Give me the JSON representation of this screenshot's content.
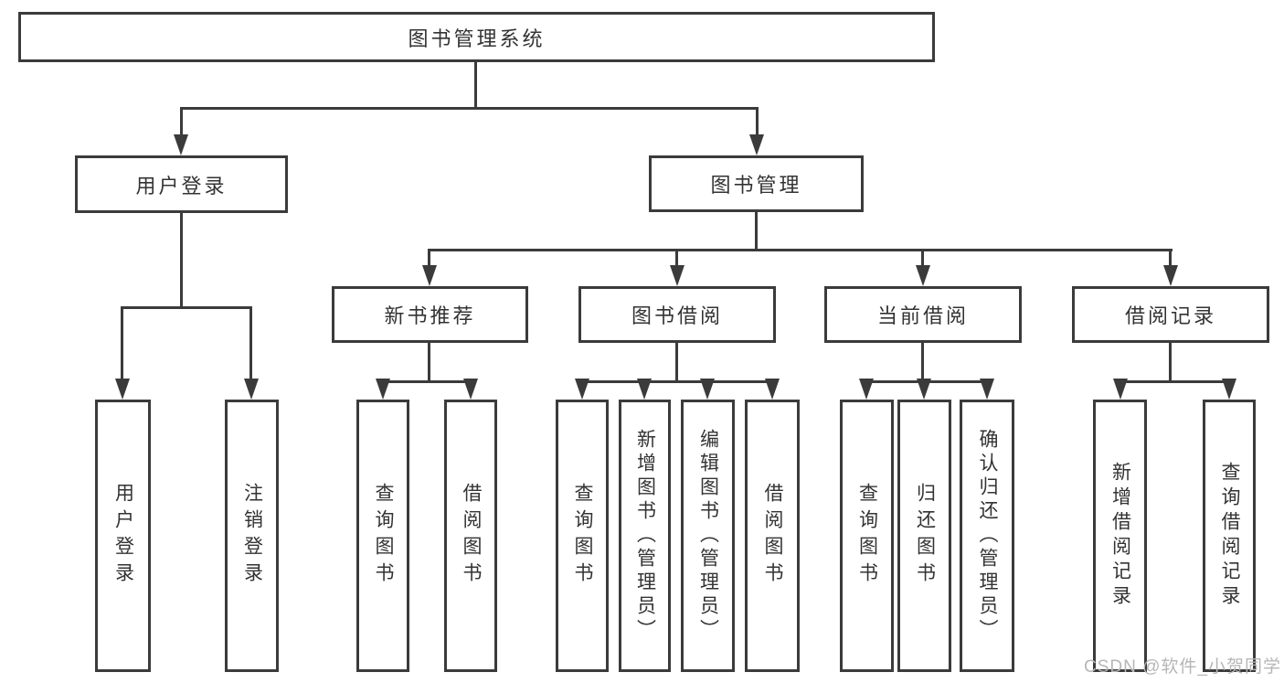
{
  "diagram": {
    "title": "图书管理系统",
    "watermark": "CSDN @软件_小贺同学",
    "colors": {
      "line": "#3b3b3b",
      "text": "#333333",
      "background": "#ffffff",
      "watermark": "#b6b6b6"
    },
    "nodes": {
      "root": "图书管理系统",
      "userLogin": "用户登录",
      "bookMgmt": "图书管理",
      "newBookRec": "新书推荐",
      "bookBorrow": "图书借阅",
      "currentBorrow": "当前借阅",
      "borrowRecord": "借阅记录",
      "leafUserLogin": "用户登录",
      "leafLogout": "注销登录",
      "leafQueryBook1": "查询图书",
      "leafBorrowBook1": "借阅图书",
      "leafQueryBook2": "查询图书",
      "leafAddBookAdmin": "新增图书（管理员）",
      "leafEditBookAdmin": "编辑图书（管理员）",
      "leafBorrowBook2": "借阅图书",
      "leafQueryBook3": "查询图书",
      "leafReturnBook": "归还图书",
      "leafConfirmReturnAdmin": "确认归还（管理员）",
      "leafAddBorrowRecord": "新增借阅记录",
      "leafQueryBorrowRecord": "查询借阅记录"
    }
  }
}
